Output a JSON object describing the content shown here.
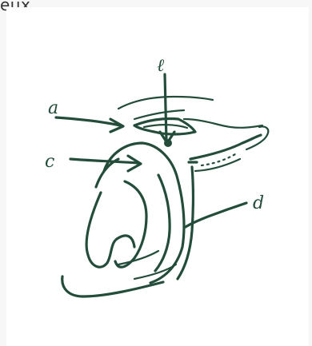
{
  "header": {
    "text": "eux."
  },
  "diagram": {
    "labels": {
      "a": "a",
      "b": "ℓ",
      "c": "c",
      "d": "d"
    }
  },
  "colors": {
    "ink": "#234d3a",
    "page_background": "#f7f7f7",
    "panel_background": "#ffffff",
    "header_text": "#333333"
  }
}
